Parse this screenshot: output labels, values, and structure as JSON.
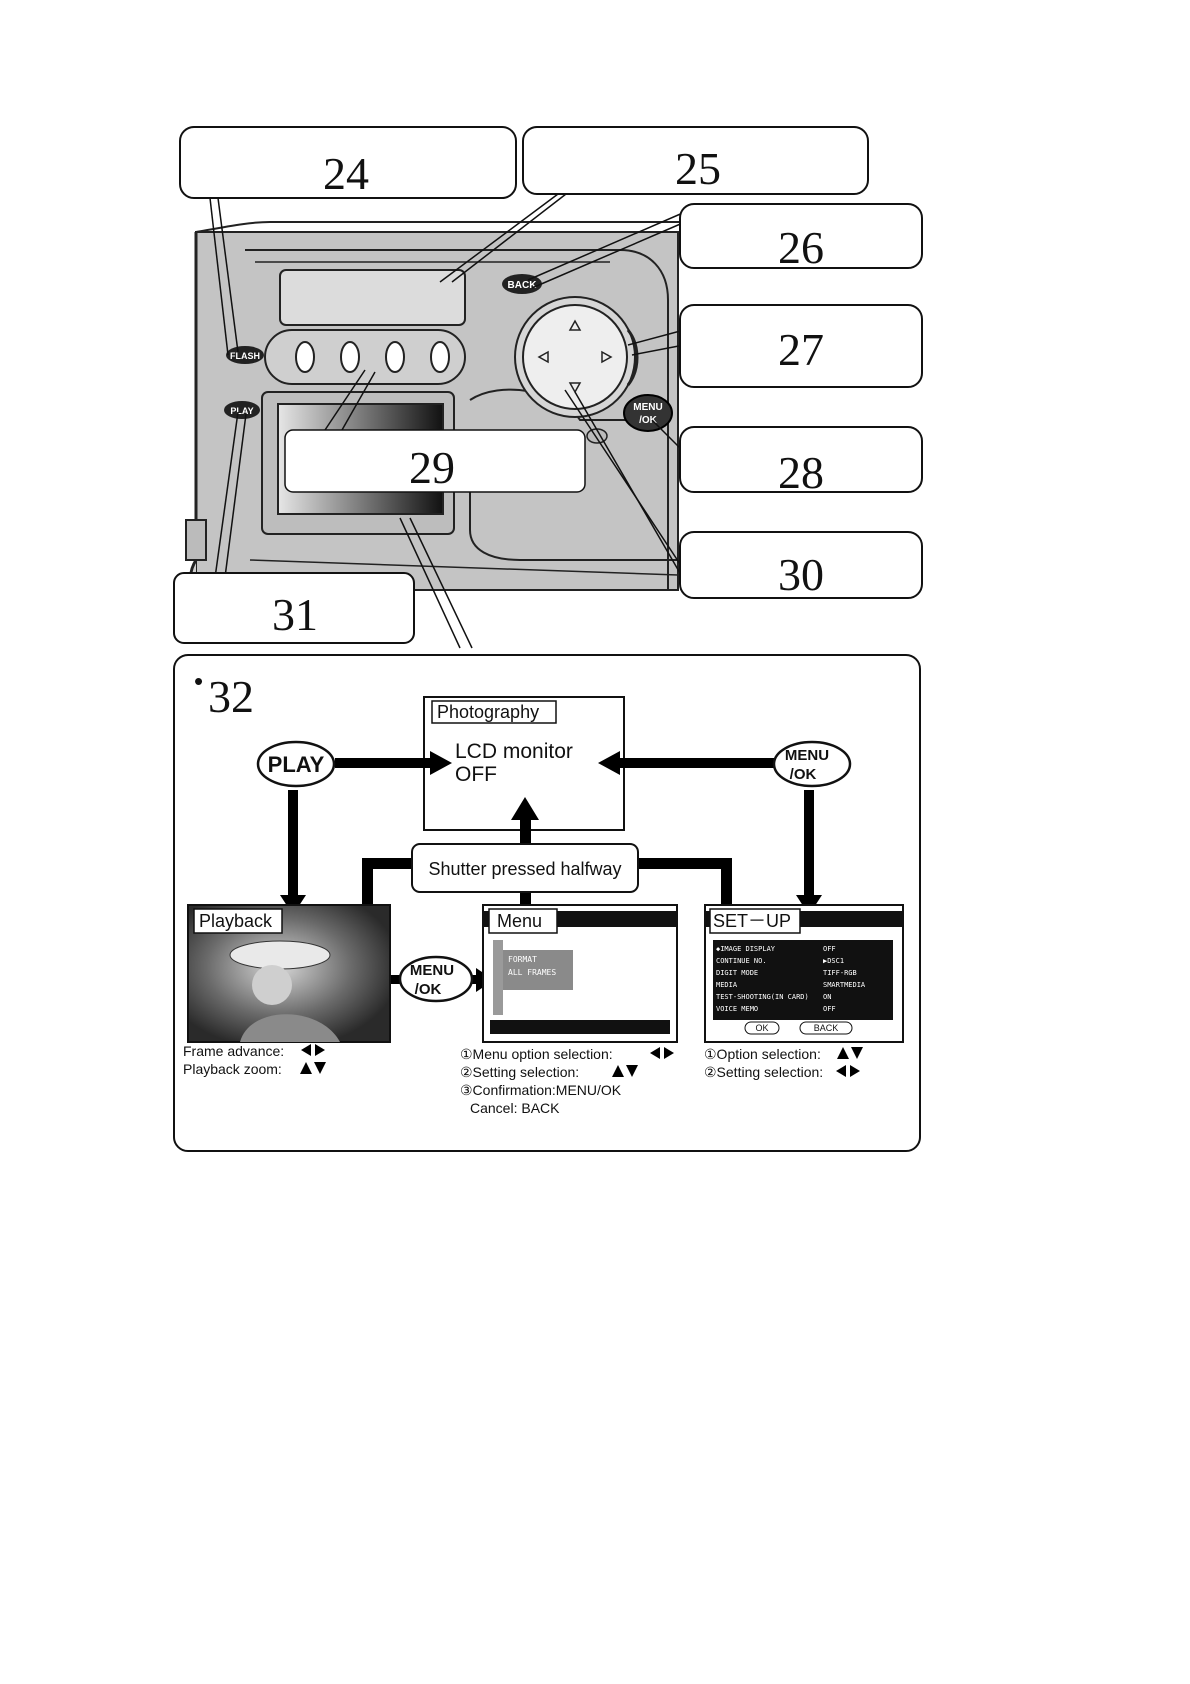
{
  "callouts": {
    "c24": "24",
    "c25": "25",
    "c26": "26",
    "c27": "27",
    "c28": "28",
    "c29": "29",
    "c30": "30",
    "c31": "31"
  },
  "camera": {
    "flash_button": "FLASH",
    "play_button": "PLAY",
    "back_button": "BACK",
    "menu_button_line1": "MENU",
    "menu_button_line2": "/OK"
  },
  "diagram": {
    "bullet": "•",
    "number": "32",
    "photography_title": "Photography",
    "lcd_line1": "LCD monitor",
    "lcd_line2": "OFF",
    "play_label": "PLAY",
    "menu_right_line1": "MENU",
    "menu_right_line2": "/OK",
    "shutter_label": "Shutter pressed halfway",
    "playback_title": "Playback",
    "menu_title": "Menu",
    "setup_title": "SET－UP",
    "menu_mid_line1": "MENU",
    "menu_mid_line2": "/OK",
    "menu_screen_items": [
      "FORMAT",
      "ALL FRAMES"
    ],
    "setup_rows": [
      [
        "◆IMAGE DISPLAY",
        "OFF"
      ],
      [
        "CONTINUE NO.",
        "▶DSC1"
      ],
      [
        "DIGIT MODE",
        "TIFF-RGB"
      ],
      [
        "MEDIA",
        "SMARTMEDIA"
      ],
      [
        "TEST-SHOOTING(IN CARD)",
        "ON"
      ],
      [
        "VOICE MEMO",
        "OFF"
      ]
    ],
    "setup_ok": "OK",
    "setup_back": "BACK",
    "playback_note1": "Frame advance:",
    "playback_note2": "Playback zoom:",
    "menu_note1": "①Menu option selection:",
    "menu_note2": "②Setting selection:",
    "menu_note3": "③Confirmation:MENU/OK",
    "menu_note4": "Cancel:      BACK",
    "setup_note1": "①Option selection:",
    "setup_note2": "②Setting selection:"
  }
}
